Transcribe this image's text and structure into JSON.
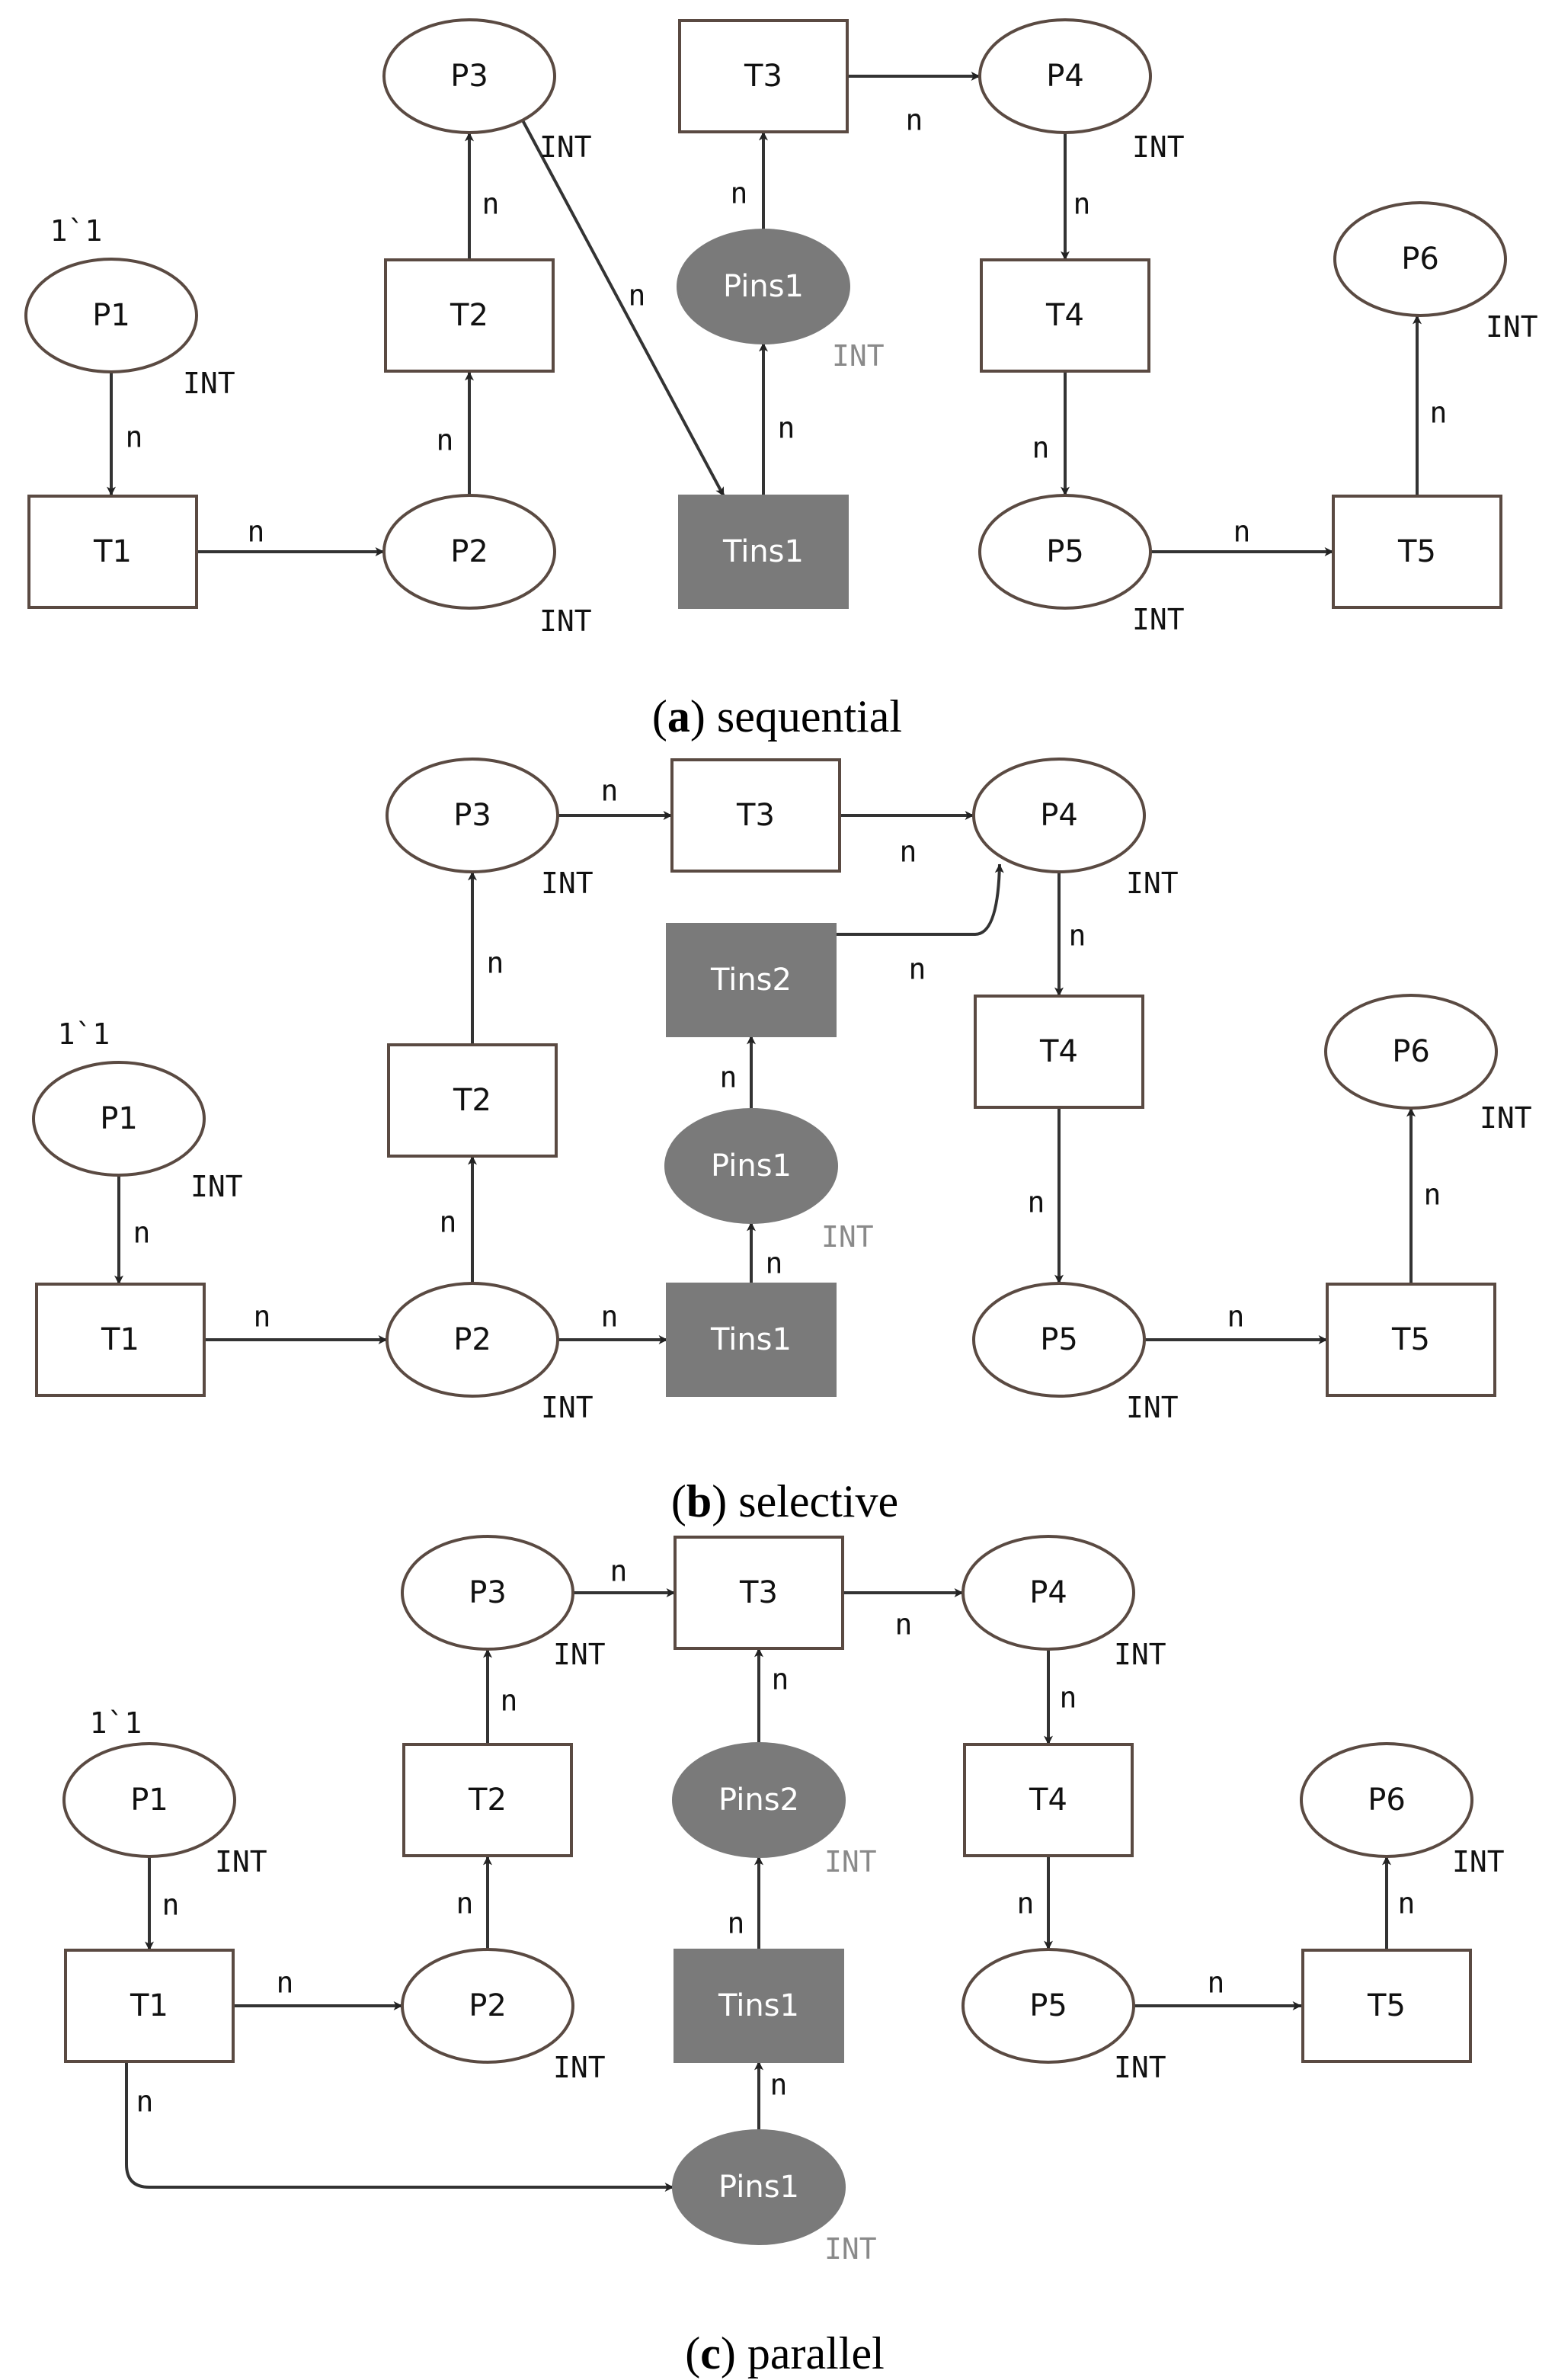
{
  "arc_label": "n",
  "type_label": "INT",
  "initial_marking": "1`1",
  "subfigures": [
    {
      "id": "a",
      "caption_letter": "a",
      "caption_text": "sequential",
      "places": [
        {
          "id": "P1",
          "label": "P1",
          "ins": false,
          "type": true,
          "marking": true
        },
        {
          "id": "P2",
          "label": "P2",
          "ins": false,
          "type": true
        },
        {
          "id": "P3",
          "label": "P3",
          "ins": false,
          "type": true
        },
        {
          "id": "Pins1",
          "label": "Pins1",
          "ins": true,
          "type": true
        },
        {
          "id": "P4",
          "label": "P4",
          "ins": false,
          "type": true
        },
        {
          "id": "P5",
          "label": "P5",
          "ins": false,
          "type": true
        },
        {
          "id": "P6",
          "label": "P6",
          "ins": false,
          "type": true
        }
      ],
      "transitions": [
        {
          "id": "T1",
          "label": "T1",
          "ins": false
        },
        {
          "id": "T2",
          "label": "T2",
          "ins": false
        },
        {
          "id": "Tins1",
          "label": "Tins1",
          "ins": true
        },
        {
          "id": "T3",
          "label": "T3",
          "ins": false
        },
        {
          "id": "T4",
          "label": "T4",
          "ins": false
        },
        {
          "id": "T5",
          "label": "T5",
          "ins": false
        }
      ],
      "arcs": [
        {
          "from": "P1",
          "to": "T1"
        },
        {
          "from": "T1",
          "to": "P2"
        },
        {
          "from": "P2",
          "to": "T2"
        },
        {
          "from": "T2",
          "to": "P3"
        },
        {
          "from": "P3",
          "to": "Tins1"
        },
        {
          "from": "Tins1",
          "to": "Pins1"
        },
        {
          "from": "Pins1",
          "to": "T3"
        },
        {
          "from": "T3",
          "to": "P4"
        },
        {
          "from": "P4",
          "to": "T4"
        },
        {
          "from": "T4",
          "to": "P5"
        },
        {
          "from": "P5",
          "to": "T5"
        },
        {
          "from": "T5",
          "to": "P6"
        }
      ]
    },
    {
      "id": "b",
      "caption_letter": "b",
      "caption_text": "selective",
      "places": [
        {
          "id": "P1",
          "label": "P1",
          "ins": false,
          "type": true,
          "marking": true
        },
        {
          "id": "P2",
          "label": "P2",
          "ins": false,
          "type": true
        },
        {
          "id": "P3",
          "label": "P3",
          "ins": false,
          "type": true
        },
        {
          "id": "Pins1",
          "label": "Pins1",
          "ins": true,
          "type": true
        },
        {
          "id": "P4",
          "label": "P4",
          "ins": false,
          "type": true
        },
        {
          "id": "P5",
          "label": "P5",
          "ins": false,
          "type": true
        },
        {
          "id": "P6",
          "label": "P6",
          "ins": false,
          "type": true
        }
      ],
      "transitions": [
        {
          "id": "T1",
          "label": "T1",
          "ins": false
        },
        {
          "id": "T2",
          "label": "T2",
          "ins": false
        },
        {
          "id": "Tins1",
          "label": "Tins1",
          "ins": true
        },
        {
          "id": "Tins2",
          "label": "Tins2",
          "ins": true
        },
        {
          "id": "T3",
          "label": "T3",
          "ins": false
        },
        {
          "id": "T4",
          "label": "T4",
          "ins": false
        },
        {
          "id": "T5",
          "label": "T5",
          "ins": false
        }
      ],
      "arcs": [
        {
          "from": "P1",
          "to": "T1"
        },
        {
          "from": "T1",
          "to": "P2"
        },
        {
          "from": "P2",
          "to": "T2"
        },
        {
          "from": "T2",
          "to": "P3"
        },
        {
          "from": "P3",
          "to": "T3"
        },
        {
          "from": "T3",
          "to": "P4"
        },
        {
          "from": "P2",
          "to": "Tins1"
        },
        {
          "from": "Tins1",
          "to": "Pins1"
        },
        {
          "from": "Pins1",
          "to": "Tins2"
        },
        {
          "from": "Tins2",
          "to": "P4"
        },
        {
          "from": "P4",
          "to": "T4"
        },
        {
          "from": "T4",
          "to": "P5"
        },
        {
          "from": "P5",
          "to": "T5"
        },
        {
          "from": "T5",
          "to": "P6"
        }
      ]
    },
    {
      "id": "c",
      "caption_letter": "c",
      "caption_text": "parallel",
      "places": [
        {
          "id": "P1",
          "label": "P1",
          "ins": false,
          "type": true,
          "marking": true
        },
        {
          "id": "P2",
          "label": "P2",
          "ins": false,
          "type": true
        },
        {
          "id": "P3",
          "label": "P3",
          "ins": false,
          "type": true
        },
        {
          "id": "Pins1",
          "label": "Pins1",
          "ins": true,
          "type": true
        },
        {
          "id": "Pins2",
          "label": "Pins2",
          "ins": true,
          "type": true
        },
        {
          "id": "P4",
          "label": "P4",
          "ins": false,
          "type": true
        },
        {
          "id": "P5",
          "label": "P5",
          "ins": false,
          "type": true
        },
        {
          "id": "P6",
          "label": "P6",
          "ins": false,
          "type": true
        }
      ],
      "transitions": [
        {
          "id": "T1",
          "label": "T1",
          "ins": false
        },
        {
          "id": "T2",
          "label": "T2",
          "ins": false
        },
        {
          "id": "Tins1",
          "label": "Tins1",
          "ins": true
        },
        {
          "id": "T3",
          "label": "T3",
          "ins": false
        },
        {
          "id": "T4",
          "label": "T4",
          "ins": false
        },
        {
          "id": "T5",
          "label": "T5",
          "ins": false
        }
      ],
      "arcs": [
        {
          "from": "P1",
          "to": "T1"
        },
        {
          "from": "T1",
          "to": "P2"
        },
        {
          "from": "T1",
          "to": "Pins1"
        },
        {
          "from": "P2",
          "to": "T2"
        },
        {
          "from": "T2",
          "to": "P3"
        },
        {
          "from": "Pins1",
          "to": "Tins1"
        },
        {
          "from": "Tins1",
          "to": "Pins2"
        },
        {
          "from": "Pins2",
          "to": "T3"
        },
        {
          "from": "P3",
          "to": "T3"
        },
        {
          "from": "T3",
          "to": "P4"
        },
        {
          "from": "P4",
          "to": "T4"
        },
        {
          "from": "T4",
          "to": "P5"
        },
        {
          "from": "P5",
          "to": "T5"
        },
        {
          "from": "T5",
          "to": "P6"
        }
      ]
    }
  ]
}
